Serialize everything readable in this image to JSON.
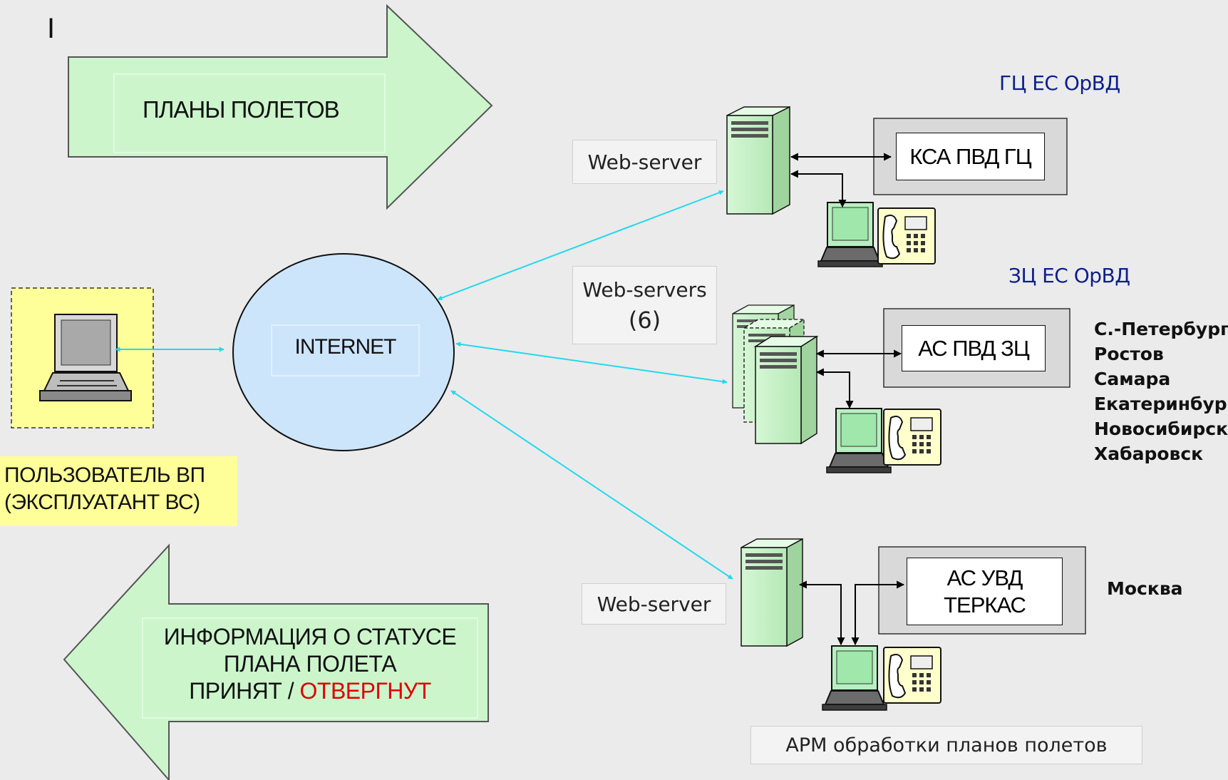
{
  "cursor_mark": "I",
  "arrows": {
    "top_text": "ПЛАНЫ ПОЛЕТОВ",
    "bottom_line1": "ИНФОРМАЦИЯ  О СТАТУСЕ",
    "bottom_line2": "ПЛАНА ПОЛЕТА",
    "bottom_line3_accepted": "ПРИНЯТ / ",
    "bottom_line3_rejected": "ОТВЕРГНУТ",
    "rejected_color": "#e00000"
  },
  "user": {
    "line1": "ПОЛЬЗОВАТЕЛЬ ВП",
    "line2": "(ЭКСПЛУАТАНТ ВС)",
    "icon": "laptop-icon"
  },
  "internet": {
    "label": "INTERNET"
  },
  "servers": {
    "top_label": "Web-server",
    "middle_label_line1": "Web-servers",
    "middle_label_line2": "(6)",
    "bottom_label": "Web-server"
  },
  "centers": {
    "gc_title": "ГЦ ЕС ОрВД",
    "gc_system": "КСА ПВД ГЦ",
    "zc_title": "ЗЦ ЕС ОрВД",
    "zc_system": "АС ПВД ЗЦ",
    "zc_cities": [
      "С.-Петербург",
      "Ростов",
      "Самара",
      "Екатеринбург",
      "Новосибирск",
      "Хабаровск"
    ],
    "moscow_system_line1": "АС УВД",
    "moscow_system_line2": "ТЕРКАС",
    "moscow_city": "Москва"
  },
  "arm_label": "АРМ обработки планов полетов",
  "colors": {
    "arrow_fill": "#ccf5cc",
    "internet_fill": "#cde5fb",
    "user_fill": "#ffff99",
    "link_color": "#22d8ee",
    "title_navy": "#0d1f8c"
  }
}
